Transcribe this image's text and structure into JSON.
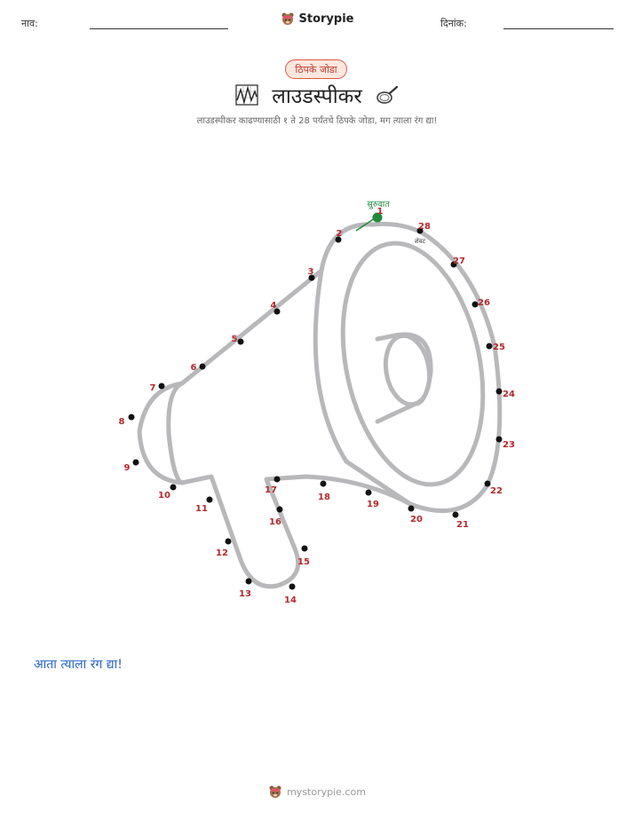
{
  "header": {
    "name_label": "नाव:",
    "date_label": "दिनांक:",
    "brand": "Storypie"
  },
  "badge": "ठिपके जोडा",
  "title": "लाउडस्पीकर",
  "subtitle": "लाउडस्पीकर काढण्यासाठी १ ते 28 पर्यंतचे ठिपके जोडा, मग त्याला रंग द्या!",
  "puzzle": {
    "start_label": "सुरुवात",
    "end_label": "शेवट",
    "dots": [
      "1",
      "2",
      "3",
      "4",
      "5",
      "6",
      "7",
      "8",
      "9",
      "10",
      "11",
      "12",
      "13",
      "14",
      "15",
      "16",
      "17",
      "18",
      "19",
      "20",
      "21",
      "22",
      "23",
      "24",
      "25",
      "26",
      "27",
      "28"
    ]
  },
  "color_prompt": "आता त्याला रंग द्या!",
  "footer": {
    "site": "mystorypie.com"
  },
  "colors": {
    "accent": "#e0563d",
    "start": "#1f8a3a",
    "label": "#b5282b",
    "prompt": "#2563c7",
    "outline": "#b8b8bb"
  },
  "icons": [
    "bear-logo-icon",
    "chart-icon",
    "pan-icon"
  ]
}
